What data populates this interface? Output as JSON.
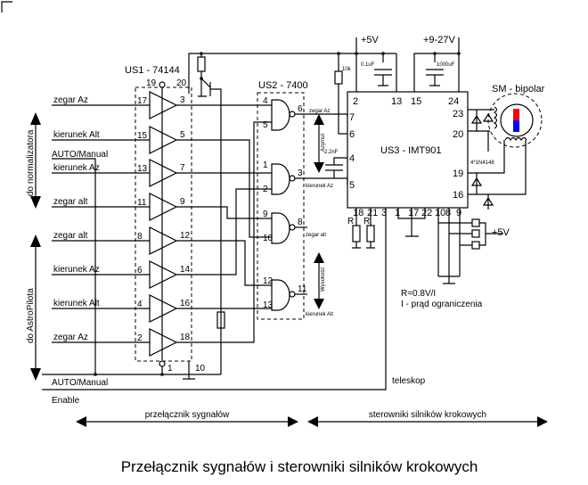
{
  "title": "Przełącznik sygnałów i sterowniki silników krokowych",
  "us1": {
    "label": "US1 - 74144",
    "pin_en": "19",
    "pin_20": "20",
    "pin_1": "1",
    "pin_10": "10",
    "buffers": [
      {
        "in_label": "zegar Az",
        "pin_in": "17",
        "pin_out": "3"
      },
      {
        "in_label": "kierunek Alt",
        "pin_in": "15",
        "pin_out": "5"
      },
      {
        "in_label": "kierunek Az",
        "pin_in": "13",
        "pin_out": "7"
      },
      {
        "in_label": "zegar alt",
        "pin_in": "11",
        "pin_out": "9"
      },
      {
        "in_label": "zegar alt",
        "pin_in": "8",
        "pin_out": "12"
      },
      {
        "in_label": "kierunek Az",
        "pin_in": "6",
        "pin_out": "14"
      },
      {
        "in_label": "kierunek Alt",
        "pin_in": "4",
        "pin_out": "16"
      },
      {
        "in_label": "zegar Az",
        "pin_in": "2",
        "pin_out": "18"
      }
    ]
  },
  "us2": {
    "label": "US2 - 7400",
    "gates": [
      {
        "in1": "4",
        "in2": "5",
        "out": "6",
        "out_label": "zegar Az"
      },
      {
        "in1": "1",
        "in2": "2",
        "out": "3",
        "out_label": "kierunek Az"
      },
      {
        "in1": "9",
        "in2": "10",
        "out": "8",
        "out_label": "zegar alt"
      },
      {
        "in1": "12",
        "in2": "13",
        "out": "11",
        "out_label": "kierunek Alt"
      }
    ]
  },
  "us3": {
    "label": "US3 - IMT901",
    "top_pins": [
      "2",
      "13",
      "15",
      "24"
    ],
    "left_pins": [
      "7",
      "6",
      "4",
      "5"
    ],
    "right_pins": [
      "23",
      "20",
      "19",
      "16"
    ],
    "bottom_pins": [
      "18",
      "21",
      "3",
      "1",
      "17",
      "22",
      "10",
      "8",
      "9"
    ]
  },
  "power": {
    "v5": "+5V",
    "v927": "+9-27V",
    "v5b": "+5V"
  },
  "components": {
    "r10k": "10k",
    "c01": "0.1uF",
    "c1000": "1000uF",
    "c22": "2.2nF",
    "diodes": "4*1N4148",
    "r": "R",
    "motor": "SM - bipolar"
  },
  "notes": {
    "formula": "R=0.8V/I",
    "limit": "I - prąd ograniczenia",
    "teleskop": "teleskop"
  },
  "signals": {
    "auto_manual_top": "AUTO/Manual",
    "auto_manual": "AUTO/Manual",
    "enable": "Enable"
  },
  "arrows": {
    "normalizator": "do normalizatora",
    "astropilot": "do AstroPilota",
    "azymut": "Azymut",
    "wysokosc": "Wysokość",
    "switch": "przełącznik sygnałów",
    "drivers": "sterowniki silników krokowych"
  },
  "colors": {
    "magnet_n": "#ff0000",
    "magnet_s": "#0000ff"
  }
}
